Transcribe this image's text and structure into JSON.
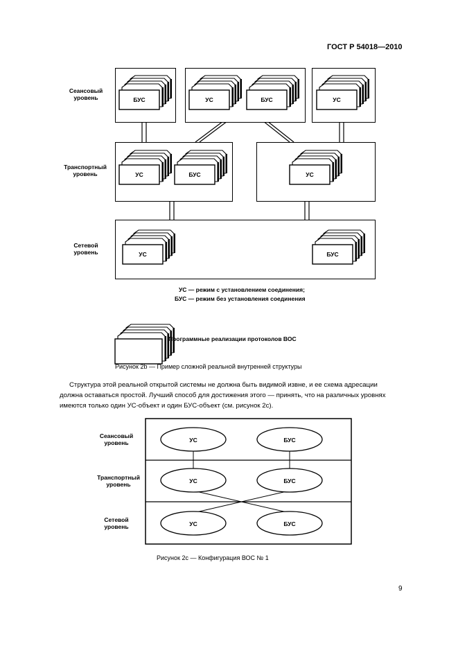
{
  "header": {
    "doc_id": "ГОСТ Р 54018—2010"
  },
  "figure_2b": {
    "levels": {
      "session": "Сеансовый\nуровень",
      "transport": "Транспортный\nуровень",
      "network": "Сетевой\nуровень"
    },
    "stack_labels": {
      "s1": "БУС",
      "s2a": "УС",
      "s2b": "БУС",
      "s3": "УС",
      "t1a": "УС",
      "t1b": "БУС",
      "t2": "УС",
      "n1": "УС",
      "n2": "БУС"
    },
    "legend": {
      "line1": "УС — режим с установлением соединения;",
      "line2": "БУС — режим  без установления соединения"
    },
    "key_label": "Программные реализации протоколов ВОС",
    "caption": "Рисунок 2b — Пример сложной реальной внутренней структуры"
  },
  "paragraph": {
    "line1": "Структура этой реальной открытой системы не должна быть видимой извне, и ее схема адресации",
    "line2": "должна оставаться простой. Лучший способ для достижения этого — принять, что на различных уровнях",
    "line3": "имеются только один УС-объект и один БУС-объект (см. рисунок 2с)."
  },
  "figure_2c": {
    "levels": {
      "session": "Сеансовый\nуровень",
      "transport": "Транспортный\nуровень",
      "network": "Сетевой\nуровень"
    },
    "ovals": {
      "s_left": "УС",
      "s_right": "БУС",
      "t_left": "УС",
      "t_right": "БУС",
      "n_left": "УС",
      "n_right": "БУС"
    },
    "caption": "Рисунок 2с — Конфигурация ВОС № 1"
  },
  "footer": {
    "page_number": "9"
  }
}
